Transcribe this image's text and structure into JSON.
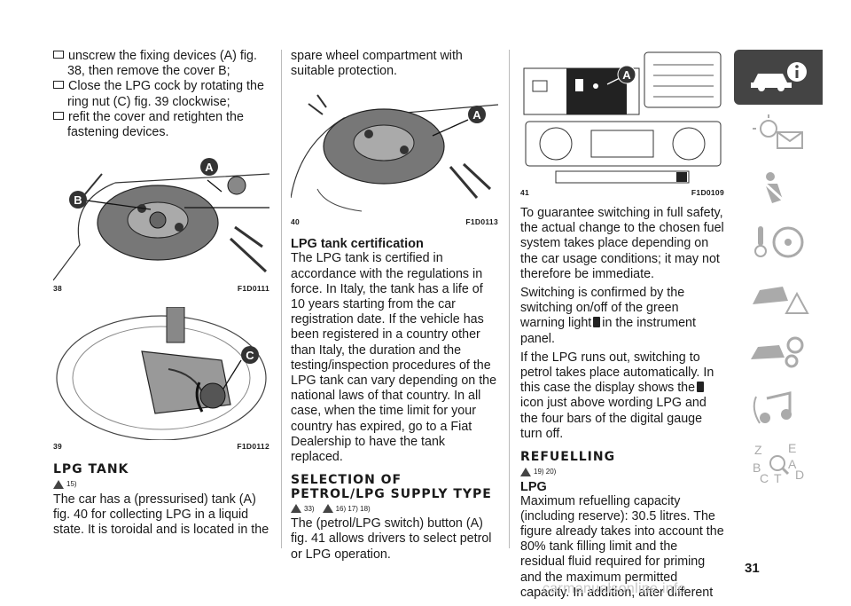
{
  "col1": {
    "bullets": [
      "unscrew the fixing devices (A) fig. 38, then remove the cover B;",
      "Close the LPG cock by rotating the ring nut (C) fig. 39 clockwise;",
      "refit the cover and retighten the fastening devices."
    ],
    "fig38": {
      "num": "38",
      "code": "F1D0111",
      "label_a": "A",
      "label_b": "B"
    },
    "fig39": {
      "num": "39",
      "code": "F1D0112",
      "label_c": "C"
    },
    "heading": "LPG TANK",
    "refs": "15)",
    "para": "The car has a (pressurised) tank (A) fig. 40 for collecting LPG in a liquid state. It is toroidal and is located in the"
  },
  "col2": {
    "para1": "spare wheel compartment with suitable protection.",
    "fig40": {
      "num": "40",
      "code": "F1D0113",
      "label_a": "A"
    },
    "subheading": "LPG tank certification",
    "para2": "The LPG tank is certified in accordance with the regulations in force. In Italy, the tank has a life of 10 years starting from the car registration date. If the vehicle has been registered in a country other than Italy, the duration and the testing/inspection procedures of the LPG tank can vary depending on the national laws of that country. In all case, when the time limit for your country has expired, go to a Fiat Dealership to have the tank replaced.",
    "heading": "SELECTION OF PETROL/LPG SUPPLY TYPE",
    "refs_a": "33)",
    "refs_b": "16) 17) 18)",
    "para3": "The (petrol/LPG switch) button (A) fig. 41 allows drivers to select petrol or LPG operation."
  },
  "col3": {
    "fig41": {
      "num": "41",
      "code": "F1D0109",
      "label_a": "A"
    },
    "para1": "To guarantee switching in full safety, the actual change to the chosen fuel system takes place depending on the car usage conditions; it may not therefore be immediate.",
    "para2_a": "Switching is confirmed by the switching on/off of the green warning light",
    "para2_b": "in the instrument panel.",
    "para3_a": "If the LPG runs out, switching to petrol takes place automatically. In this case the display shows the",
    "para3_b": "icon just above wording LPG and the four bars of the digital gauge turn off.",
    "heading": "REFUELLING",
    "refs": "19) 20)",
    "subheading": "LPG",
    "para4": "Maximum refuelling capacity (including reserve): 30.5 litres. The figure already takes into account the 80% tank filling limit and the residual fluid required for priming and the maximum permitted capacity. In addition, after different"
  },
  "sidebar": {
    "tabs": [
      "car-info-icon",
      "warning-lights-icon",
      "safety-icon",
      "starting-driving-icon",
      "emergency-icon",
      "maintenance-icon",
      "multimedia-icon",
      "index-icon"
    ],
    "index_letters": [
      "Z",
      "E",
      "B",
      "A",
      "C",
      "T",
      "D"
    ]
  },
  "page_number": "31",
  "watermark": "carmanualsonline.info"
}
